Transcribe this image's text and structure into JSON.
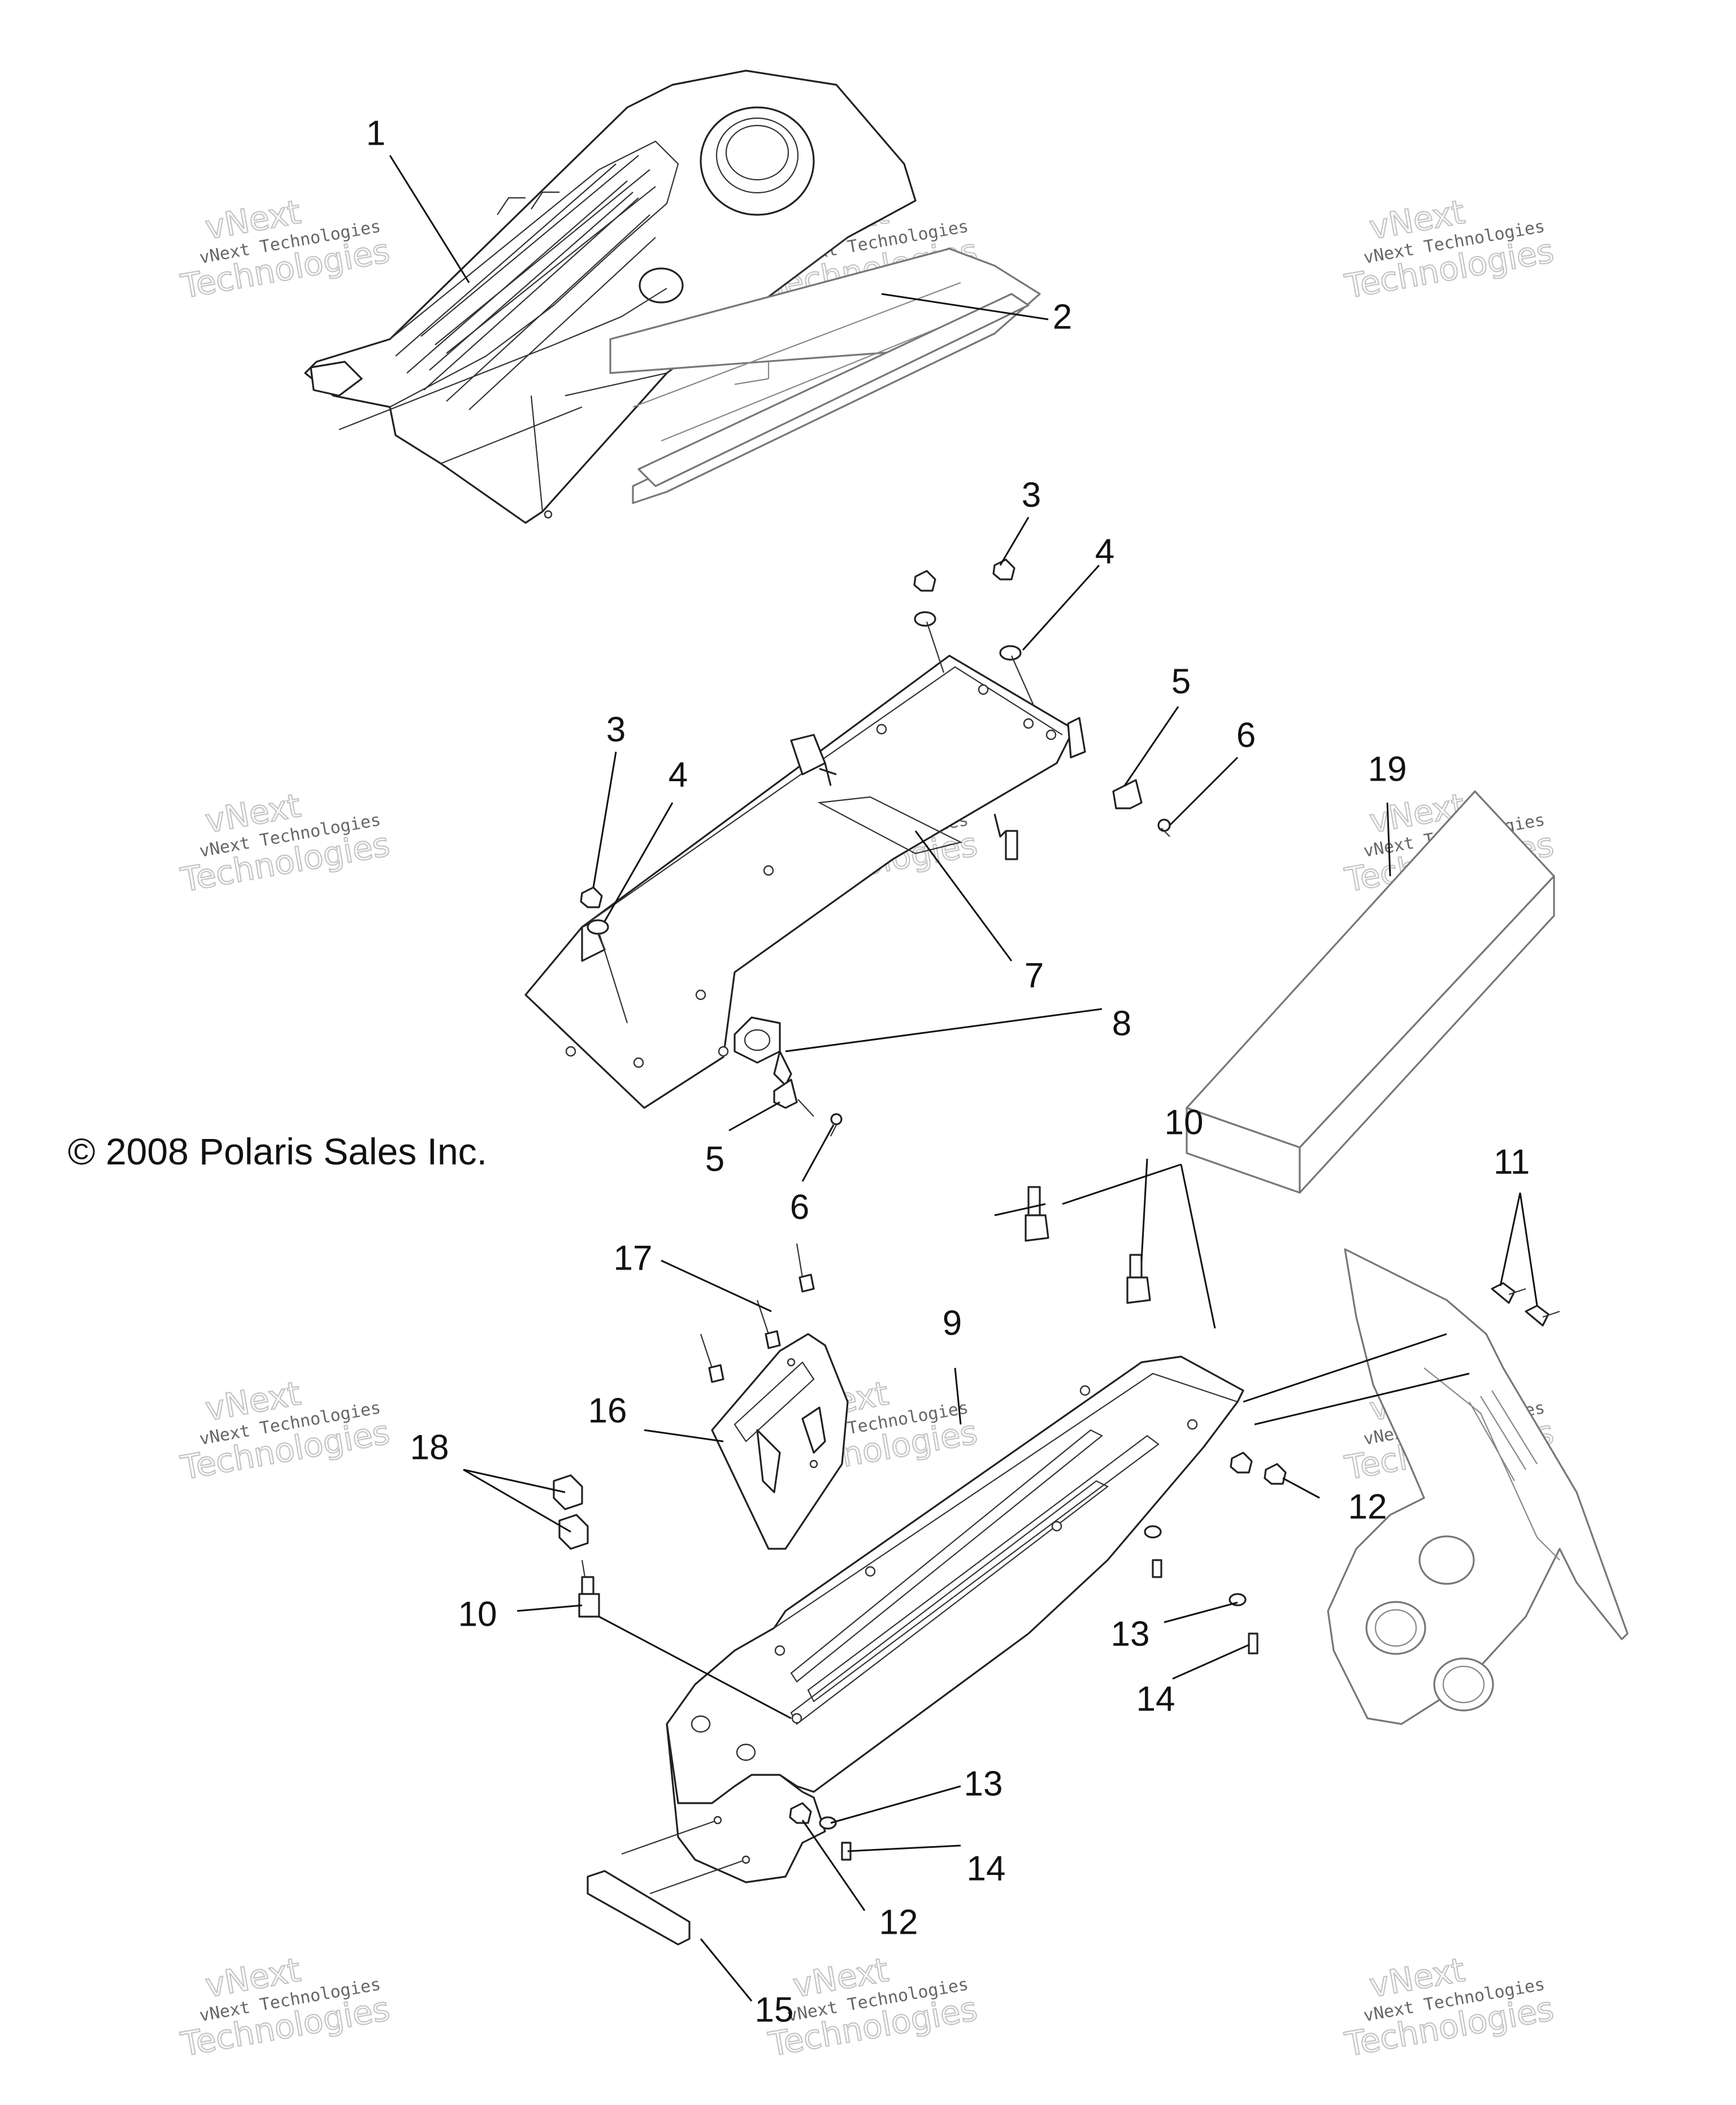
{
  "copyright": "© 2008 Polaris Sales Inc.",
  "watermark": {
    "line1": "vNext Technologies",
    "line2": "Technologies",
    "line3": "vNext"
  },
  "callouts": [
    "1",
    "2",
    "3",
    "3",
    "4",
    "4",
    "5",
    "5",
    "6",
    "6",
    "7",
    "8",
    "9",
    "10",
    "10",
    "11",
    "12",
    "12",
    "13",
    "13",
    "14",
    "14",
    "15",
    "16",
    "17",
    "18",
    "19"
  ],
  "colors": {
    "line": "#222222",
    "ghost_line": "#777777",
    "watermark": "#c4c4c4",
    "background": "#ffffff"
  }
}
